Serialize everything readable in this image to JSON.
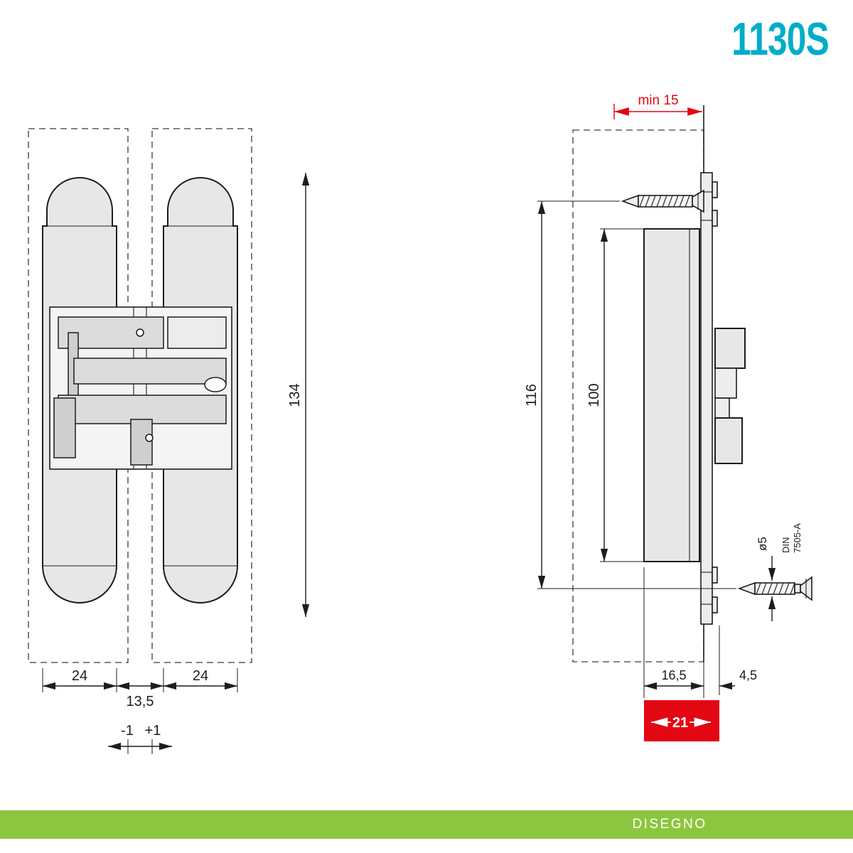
{
  "header": {
    "model": "1130S"
  },
  "footer": {
    "label": "DISEGNO"
  },
  "colors": {
    "green": "#8CC63E",
    "red": "#E30613",
    "cyan": "#00ADC9",
    "line": "#1d1d1b"
  },
  "front_view": {
    "dims": {
      "overall_height": "134",
      "left_leaf_width": "24",
      "center_gap": "13,5",
      "right_leaf_width": "24",
      "adjust_minus": "-1",
      "adjust_plus": "+1"
    }
  },
  "side_view": {
    "dims": {
      "min_depth": "min 15",
      "fixing_holes_distance": "116",
      "body_height": "100",
      "screw_diameter": "ø5",
      "screw_standard_line1": "DIN",
      "screw_standard_line2": "7505-A",
      "body_depth": "16,5",
      "plate_offset": "4,5",
      "total_depth": "21"
    }
  }
}
